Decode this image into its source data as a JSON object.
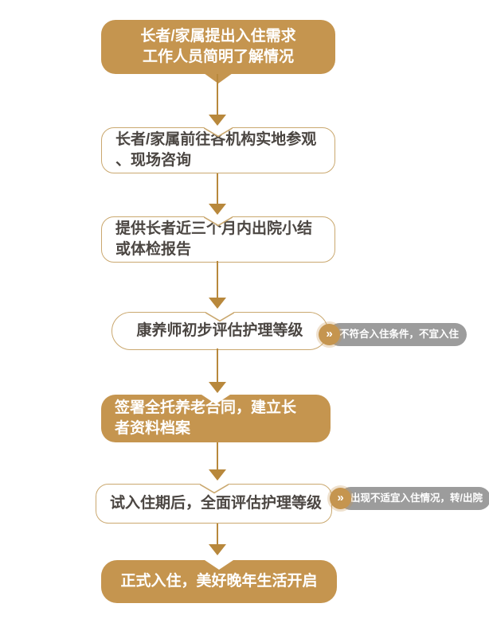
{
  "title": "入住流程图",
  "colors": {
    "gold_fill": "#C5954F",
    "gold_outline": "#CAA86F",
    "arrow": "#B8883C",
    "dark_text": "#4B4642",
    "branch_gray": "#9C9C9C",
    "white_text": "#FFFFFF"
  },
  "flow": {
    "steps": [
      {
        "line1": "长者/家属提出入住需求",
        "line2": "工作人员简明了解情况"
      },
      {
        "line1": "长者/家属前往各机构实地参观",
        "line2": "、现场咨询"
      },
      {
        "line1": "提供长者近三个月内出院小结",
        "line2": "或体检报告"
      },
      {
        "line1": "康养师初步评估护理等级"
      },
      {
        "line1": "签署全托养老合同，建立长",
        "line2": "者资料档案"
      },
      {
        "line1": "试入住期后，全面评估护理等级"
      },
      {
        "line1": "正式入住，美好晚年生活开启"
      }
    ],
    "branches": [
      {
        "icon": "»",
        "label": "不符合入住条件，不宜入住"
      },
      {
        "icon": "»",
        "label": "出现不适宜入住情况，转/出院"
      }
    ]
  }
}
